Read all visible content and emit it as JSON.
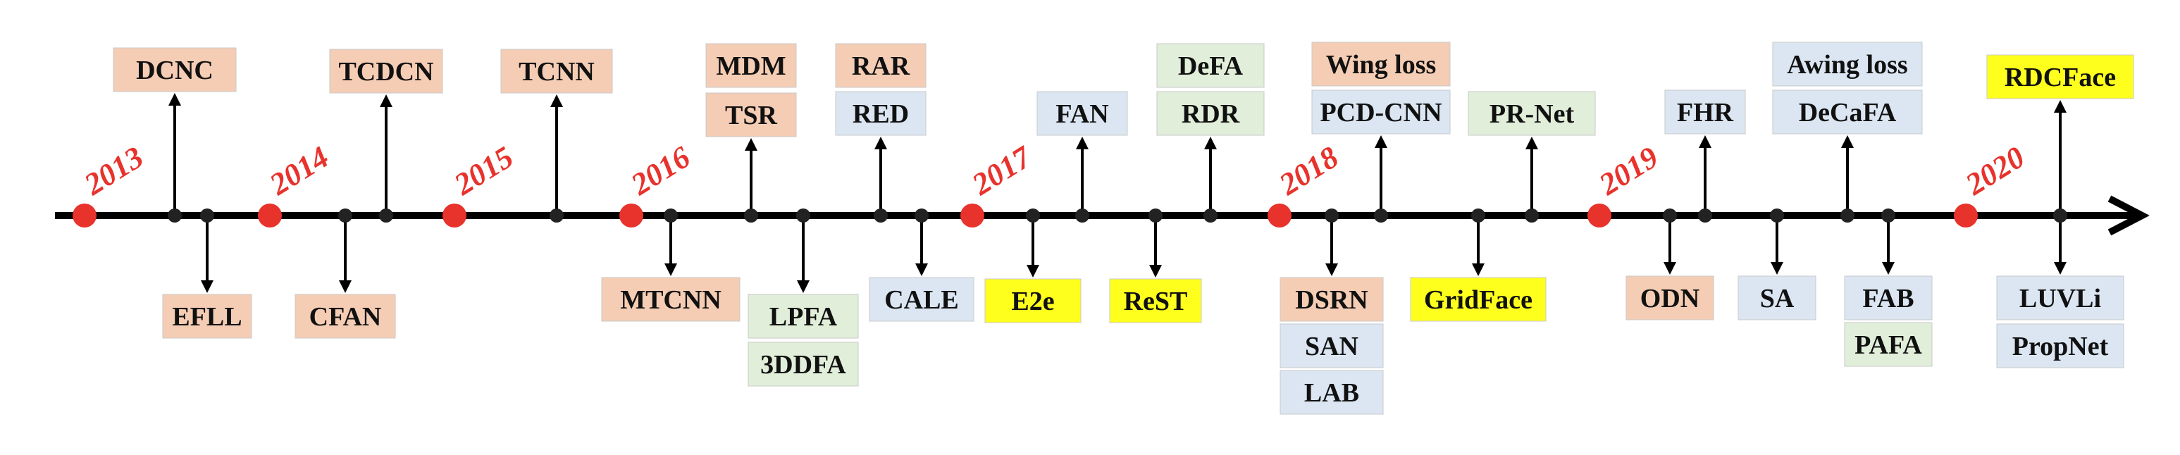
{
  "colors": {
    "orange": "#f5cdb4",
    "blue": "#dbe6f2",
    "green": "#e1eed9",
    "yellow": "#ffff1e",
    "year": "#e8322c",
    "line": "#000000"
  },
  "years": [
    "2013",
    "2014",
    "2015",
    "2016",
    "2017",
    "2018",
    "2019",
    "2020"
  ],
  "methods": {
    "above": [
      [
        "DCNC"
      ],
      [
        "TCDCN"
      ],
      [
        "TCNN"
      ],
      [
        "MDM",
        "TSR"
      ],
      [
        "RAR",
        "RED"
      ],
      [
        "FAN"
      ],
      [
        "DeFA",
        "RDR"
      ],
      [
        "Wing loss",
        "PCD-CNN"
      ],
      [
        "PR-Net"
      ],
      [
        "FHR"
      ],
      [
        "Awing loss",
        "DeCaFA"
      ],
      [
        "RDCFace"
      ]
    ],
    "below": [
      [
        "EFLL"
      ],
      [
        "CFAN"
      ],
      [
        "MTCNN"
      ],
      [
        "LPFA",
        "3DDFA"
      ],
      [
        "CALE"
      ],
      [
        "E2e"
      ],
      [
        "ReST"
      ],
      [
        "DSRN",
        "SAN",
        "LAB"
      ],
      [
        "GridFace"
      ],
      [
        "ODN"
      ],
      [
        "SA"
      ],
      [
        "FAB",
        "PAFA"
      ],
      [
        "LUVLi",
        "PropNet"
      ]
    ]
  },
  "box_colors": {
    "DCNC": "orange",
    "TCDCN": "orange",
    "TCNN": "orange",
    "MDM": "orange",
    "TSR": "orange",
    "RAR": "orange",
    "RED": "blue",
    "FAN": "blue",
    "DeFA": "green",
    "RDR": "green",
    "Wing loss": "orange",
    "PCD-CNN": "blue",
    "PR-Net": "green",
    "FHR": "blue",
    "Awing loss": "blue",
    "DeCaFA": "blue",
    "RDCFace": "yellow",
    "EFLL": "orange",
    "CFAN": "orange",
    "MTCNN": "orange",
    "LPFA": "green",
    "3DDFA": "green",
    "CALE": "blue",
    "E2e": "yellow",
    "ReST": "yellow",
    "DSRN": "orange",
    "SAN": "blue",
    "LAB": "blue",
    "GridFace": "yellow",
    "ODN": "orange",
    "SA": "blue",
    "FAB": "blue",
    "PAFA": "green",
    "LUVLi": "blue",
    "PropNet": "blue"
  }
}
